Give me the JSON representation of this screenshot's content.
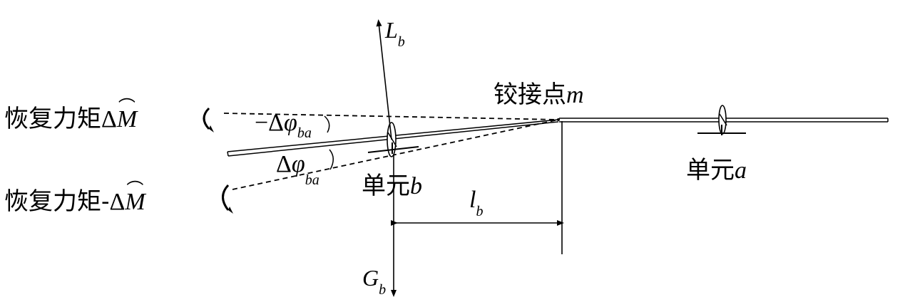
{
  "labels": {
    "hinge": {
      "text": "铰接点",
      "var": "m"
    },
    "lift": {
      "main": "L",
      "sub": "b"
    },
    "gravity": {
      "main": "G",
      "sub": "b"
    },
    "arm": {
      "main": "l",
      "sub": "b"
    },
    "unit_a": {
      "text": "单元",
      "var": "a"
    },
    "unit_b": {
      "text": "单元",
      "var": "b"
    },
    "moment_pos": {
      "text": "恢复力矩",
      "delta": "Δ",
      "var": "M"
    },
    "moment_neg": {
      "text": "恢复力矩-",
      "delta": "Δ",
      "var": "M"
    },
    "angle_neg": {
      "prefix": "−Δ",
      "phi": "φ",
      "sub": "ba"
    },
    "angle_pos": {
      "prefix": "Δ",
      "phi": "φ",
      "sub": "ba"
    }
  }
}
